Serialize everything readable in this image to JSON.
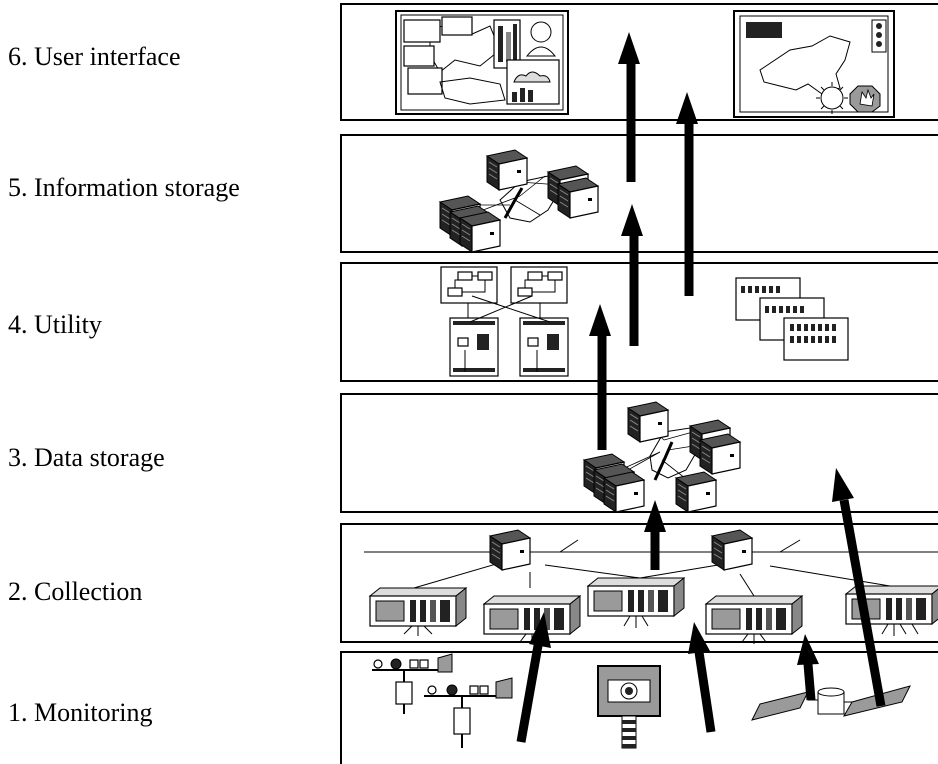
{
  "layers": [
    {
      "id": "ui",
      "label": "6. User interface"
    },
    {
      "id": "info",
      "label": "5. Information storage"
    },
    {
      "id": "util",
      "label": "4. Utility"
    },
    {
      "id": "data",
      "label": "3. Data storage"
    },
    {
      "id": "coll",
      "label": "2. Collection"
    },
    {
      "id": "mon",
      "label": "1. Monitoring"
    }
  ],
  "icons": {
    "ui_left": "dashboard-screens-icon",
    "ui_right": "map-display-icon",
    "info": "server-network-icon",
    "util_left": "circuit-diagram-icon",
    "util_right": "data-sheets-icon",
    "data": "server-network-icon",
    "coll": "collection-servers-icon",
    "mon": "sensor-station-icon"
  },
  "colors": {
    "line": "#000000",
    "background": "#ffffff",
    "shade": "#9a9a9a"
  }
}
